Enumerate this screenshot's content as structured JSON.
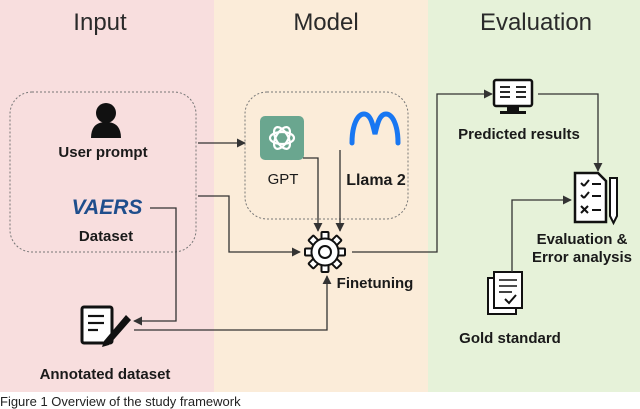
{
  "sections": {
    "input": {
      "title": "Input",
      "color": "#f8dede"
    },
    "model": {
      "title": "Model",
      "color": "#fbecd9"
    },
    "evaluation": {
      "title": "Evaluation",
      "color": "#e6f2d9"
    }
  },
  "nodes": {
    "user_prompt": "User prompt",
    "vaers_logo": "VAERS",
    "dataset": "Dataset",
    "annotated_dataset": "Annotated dataset",
    "gpt": "GPT",
    "llama": "Llama 2",
    "finetuning": "Finetuning",
    "predicted_results": "Predicted results",
    "evaluation_line1": "Evaluation &",
    "evaluation_line2": "Error analysis",
    "gold_standard": "Gold standard"
  },
  "caption": "Figure 1 Overview of the study framework",
  "colors": {
    "vaers_blue": "#1f4e8c",
    "gpt_green": "#6aa68f",
    "meta_blue": "#1877f2",
    "line": "#333333"
  },
  "icons": [
    "person-icon",
    "openai-logo-icon",
    "meta-logo-icon",
    "gear-icon",
    "monitor-icon",
    "checklist-icon",
    "document-icon",
    "edit-document-icon"
  ]
}
